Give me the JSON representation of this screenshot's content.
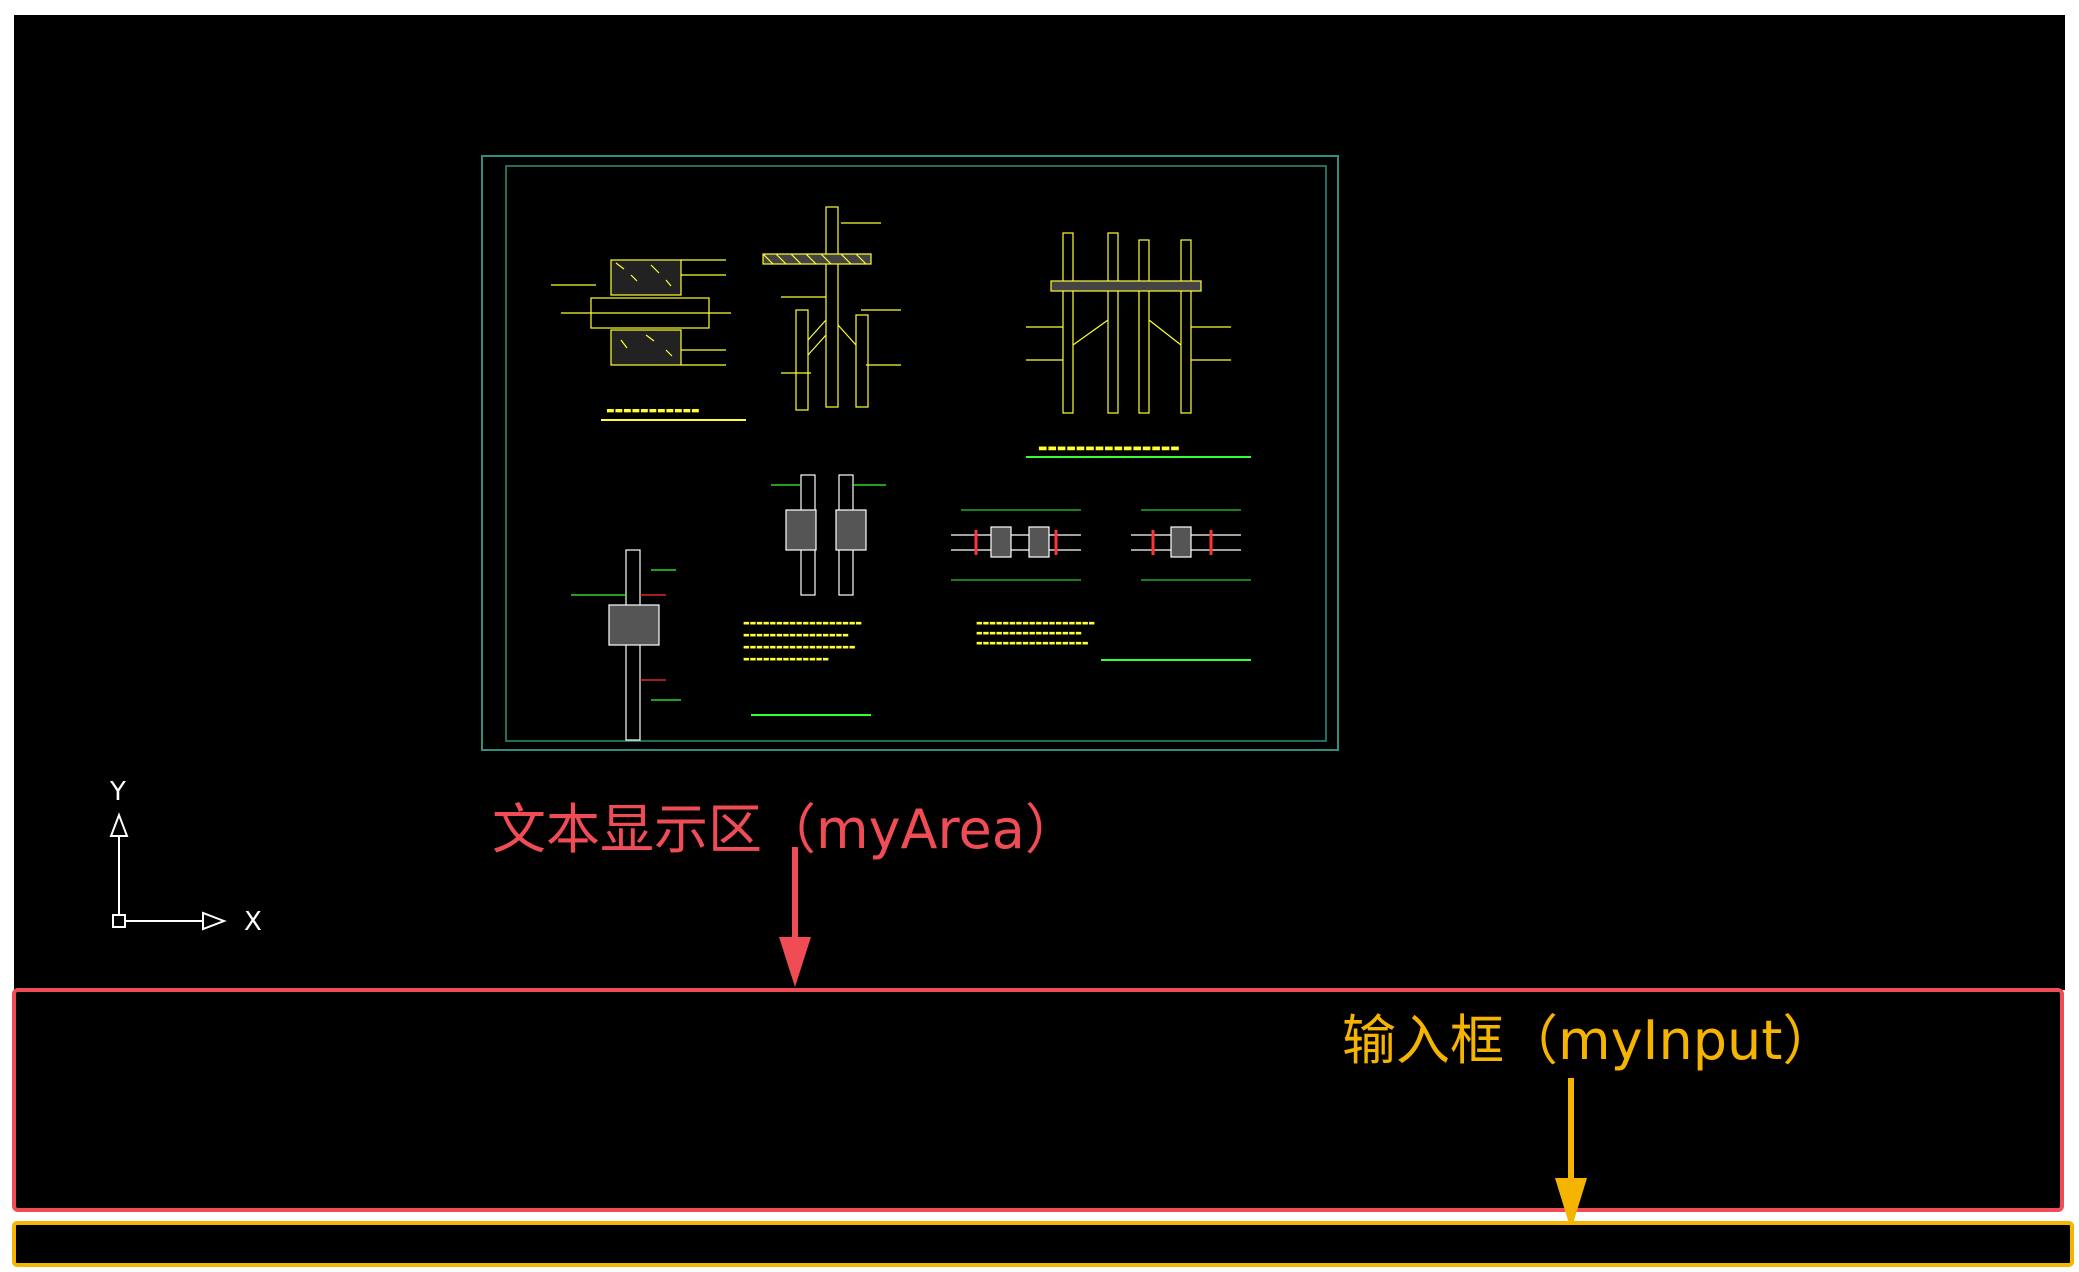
{
  "annotations": {
    "area_label": "文本显示区（myArea）",
    "input_label": "输入框（myInput）"
  },
  "ucs": {
    "x_label": "X",
    "y_label": "Y"
  },
  "my_area": {
    "value": ""
  },
  "my_input": {
    "value": ""
  },
  "colors": {
    "canvas_background": "#000000",
    "area_border": "#ef4c55",
    "input_border": "#f5b400",
    "drawing_border": "#2f8f7f",
    "drawing_yellow": "#ffff33",
    "drawing_green": "#33ff33",
    "drawing_red": "#ff3333",
    "drawing_white": "#ffffff"
  },
  "icons": {
    "area_arrow": "arrow-down-icon",
    "input_arrow": "arrow-down-icon",
    "ucs": "ucs-axis-icon"
  }
}
